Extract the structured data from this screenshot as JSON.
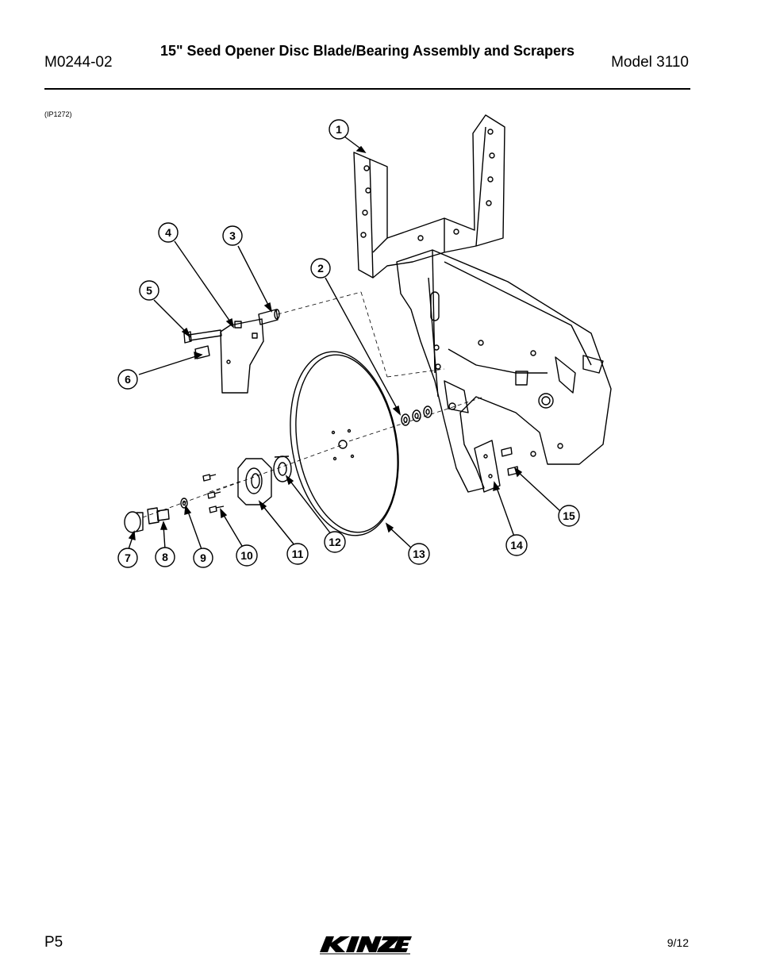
{
  "header": {
    "doc_number": "M0244-02",
    "title": "15\" Seed Opener Disc Blade/Bearing Assembly and Scrapers",
    "model": "Model 3110"
  },
  "figure": {
    "id_label": "(IP1272)",
    "callouts": [
      "1",
      "2",
      "3",
      "4",
      "5",
      "6",
      "7",
      "8",
      "9",
      "10",
      "11",
      "12",
      "13",
      "14",
      "15"
    ]
  },
  "footer": {
    "page": "P5",
    "brand_logo": "KINZE",
    "date": "9/12"
  }
}
